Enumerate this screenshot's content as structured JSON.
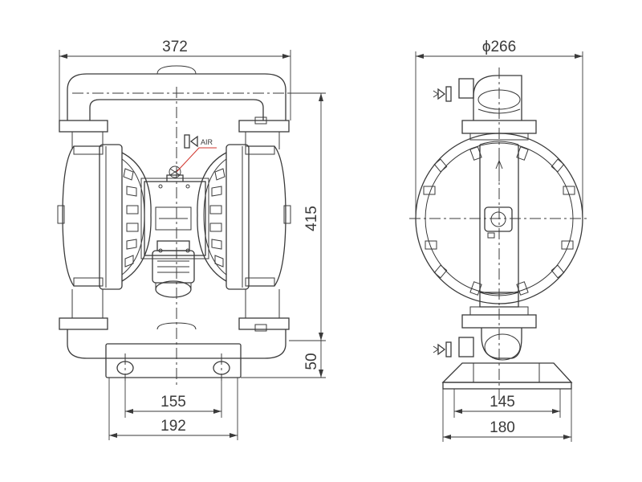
{
  "front_view": {
    "width_label": "372",
    "height_label": "415",
    "base_height_label": "50",
    "inner_hole_spacing_label": "155",
    "outer_base_width_label": "192",
    "air_inlet_label": "AIR"
  },
  "side_view": {
    "diameter_label": "ϕ266",
    "inner_base_label": "145",
    "outer_base_label": "180"
  },
  "colors": {
    "line": "#3a3a3a",
    "air_leader": "#d0342c",
    "background": "#ffffff"
  }
}
